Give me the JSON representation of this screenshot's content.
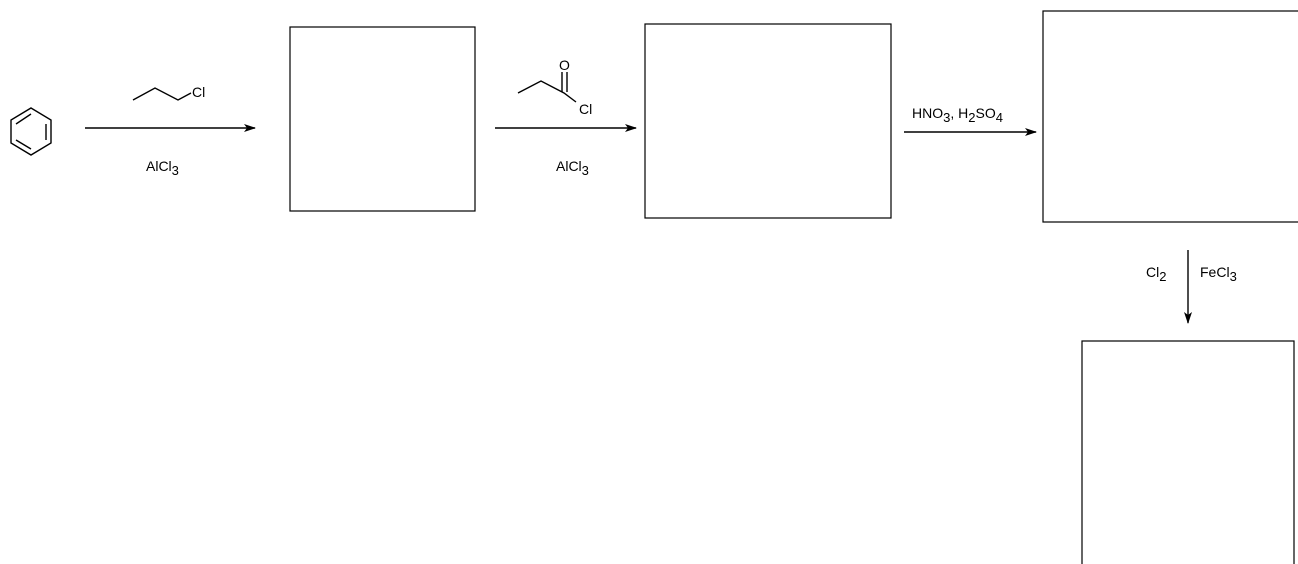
{
  "scheme": {
    "reagent_1": {
      "above": "Cl",
      "below_main": "AlCl",
      "below_sub": "3"
    },
    "reagent_2": {
      "carbonyl_o": "O",
      "leaving_group": "Cl",
      "below_main": "AlCl",
      "below_sub": "3"
    },
    "reagent_3": {
      "t1": "HNO",
      "s1": "3",
      "t2": ", H",
      "s2": "2",
      "t3": "SO",
      "s3": "4"
    },
    "reagent_4": {
      "left_main": "Cl",
      "left_sub": "2",
      "right_main": "FeCl",
      "right_sub": "3"
    }
  }
}
